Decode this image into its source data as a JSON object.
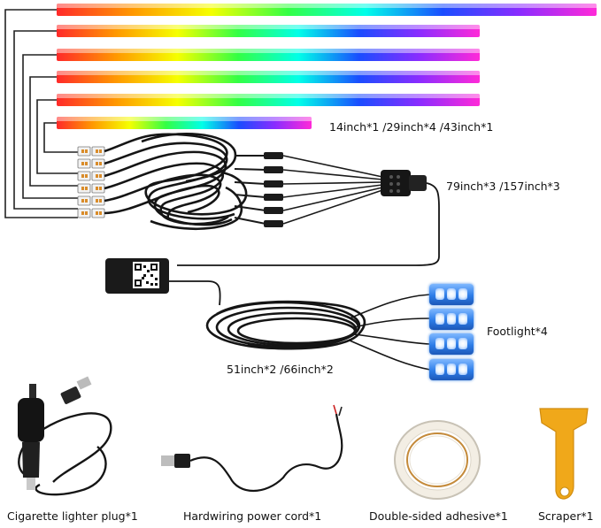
{
  "strip_colors": [
    "#ff2a2a",
    "#ff9a00",
    "#f5ff00",
    "#33ff44",
    "#00ffe8",
    "#1a4dff",
    "#8a2cff",
    "#ff2ad8"
  ],
  "footlight_color": "#2d7de8",
  "labels": {
    "strip_lengths": "14inch*1 /29inch*4 /43inch*1",
    "cable_lengths": "79inch*3 /157inch*3",
    "footlight": "Footlight*4",
    "footlight_cable_lengths": "51inch*2 /66inch*2"
  },
  "captions": {
    "cigarette_plug": "Cigarette lighter plug*1",
    "power_cord": "Hardwiring power cord*1",
    "adhesive": "Double-sided adhesive*1",
    "scraper": "Scraper*1"
  },
  "icons": {
    "controller": "qr-code-controller-icon",
    "plug": "cigarette-lighter-plug-icon",
    "cord": "power-cord-icon",
    "tape": "adhesive-tape-roll-icon",
    "scraper": "scraper-tool-icon"
  }
}
